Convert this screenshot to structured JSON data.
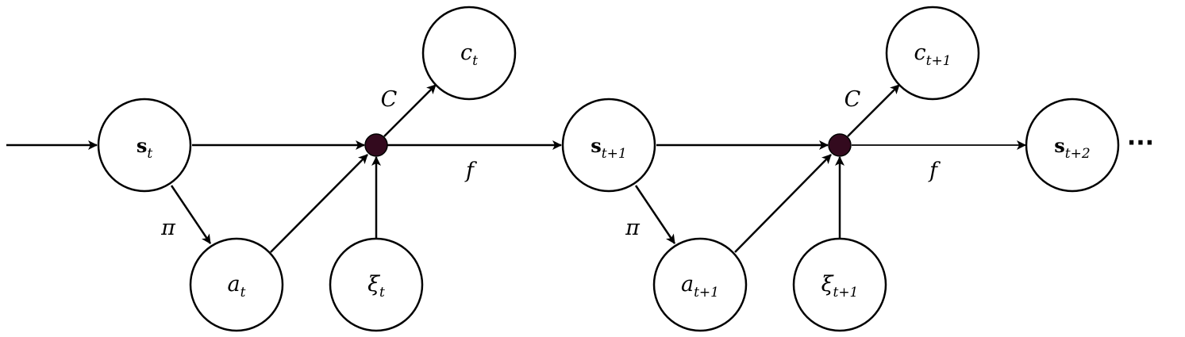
{
  "nodes": {
    "s_t": {
      "main": "s",
      "sub": "t"
    },
    "a_t": {
      "main": "a",
      "sub": "t"
    },
    "xi_t": {
      "main": "ξ",
      "sub": "t"
    },
    "c_t": {
      "main": "c",
      "sub": "t"
    },
    "s_t1": {
      "main": "s",
      "sub": "t+1"
    },
    "a_t1": {
      "main": "a",
      "sub": "t+1"
    },
    "xi_t1": {
      "main": "ξ",
      "sub": "t+1"
    },
    "c_t1": {
      "main": "c",
      "sub": "t+1"
    },
    "s_t2": {
      "main": "s",
      "sub": "t+2"
    }
  },
  "edge_labels": {
    "pi_1": "π",
    "pi_2": "π",
    "C_1": "C",
    "C_2": "C",
    "f_1": "f",
    "f_2": "f"
  },
  "ellipsis": "···",
  "colors": {
    "junction": "#330a1e",
    "stroke": "#000000",
    "node_fill": "#ffffff"
  }
}
